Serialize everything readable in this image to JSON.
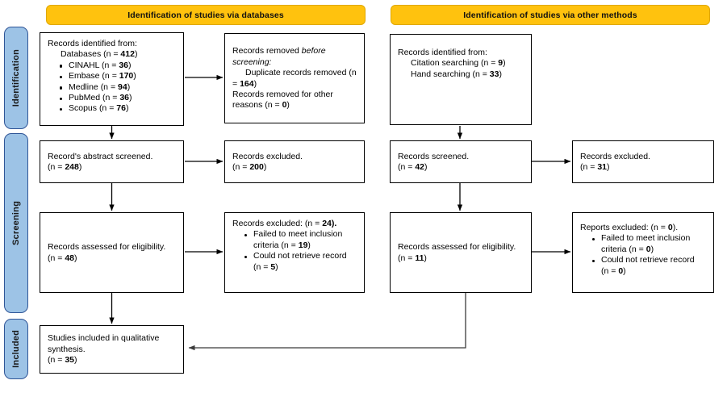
{
  "diagram": {
    "title": "PRISMA flow diagram",
    "colors": {
      "banner": "#FFC20E",
      "stage_pill": "#9DC3E6",
      "stage_pill_border": "#2F5597",
      "box_border": "#000000",
      "background": "#FFFFFF"
    }
  },
  "banners": {
    "databases": "Identification of studies via databases",
    "other_methods": "Identification of studies via other methods"
  },
  "stages": [
    {
      "id": "identification",
      "label": "Identification"
    },
    {
      "id": "screening",
      "label": "Screening"
    },
    {
      "id": "included",
      "label": "Included"
    }
  ],
  "boxes": {
    "records_identified_db": {
      "line1": "Records identified from:",
      "line2": "Databases (n = ",
      "databases_n": "412",
      "line2_close": ")",
      "sources": [
        {
          "name": "CINAHL (n = ",
          "n": "36",
          "close": ")"
        },
        {
          "name": "Embase (n = ",
          "n": "170",
          "close": ")"
        },
        {
          "name": "Medline (n = ",
          "n": "94",
          "close": ")"
        },
        {
          "name": "PubMed (n = ",
          "n": "36",
          "close": ")"
        },
        {
          "name": "Scopus (n = ",
          "n": "76",
          "close": ")"
        }
      ]
    },
    "records_removed": {
      "line1a": "Records removed ",
      "line1b_italic": "before",
      "line2_italic": "screening:",
      "item1a": "Duplicate records removed (n",
      "item1b": "= ",
      "item1_n": "164",
      "item1c": ")",
      "item2a": "Records removed for other",
      "item2b": "reasons (n = ",
      "item2_n": "0",
      "item2c": ")"
    },
    "abstract_screened": {
      "line1": "Record's abstract screened.",
      "line2a": "(n = ",
      "n": "248",
      "line2b": ")"
    },
    "records_excluded_1": {
      "line1": "Records excluded.",
      "line2a": "(n = ",
      "n": "200",
      "line2b": ")"
    },
    "assessed_eligibility_db": {
      "line1": "Records assessed for eligibility.",
      "line2a": "(n = ",
      "n": "48",
      "line2b": ")"
    },
    "records_excluded_2": {
      "header_a": "Records excluded: (n = ",
      "header_n": "24",
      "header_b": ").",
      "item1a": "Failed to meet inclusion",
      "item1b": "criteria (n = ",
      "item1_n": "19",
      "item1c": ")",
      "item2a": "Could not retrieve record",
      "item2b": "(n = ",
      "item2_n": "5",
      "item2c": ")"
    },
    "records_identified_other": {
      "line1": "Records identified from:",
      "line2": "Citation searching (n = ",
      "citation_n": "9",
      "line2_close": ")",
      "line3": "Hand searching (n = ",
      "hand_n": "33",
      "line3_close": ")"
    },
    "records_screened_other": {
      "line1": "Records screened.",
      "line2a": "(n = ",
      "n": "42",
      "line2b": ")"
    },
    "records_excluded_3": {
      "line1": "Records excluded.",
      "line2a": "(n = ",
      "n": "31",
      "line2b": ")"
    },
    "assessed_eligibility_other": {
      "line1": "Records assessed for eligibility.",
      "line2a": "(n = ",
      "n": "11",
      "line2b": ")"
    },
    "reports_excluded": {
      "header_a": "Reports excluded: (n = ",
      "header_n": "0",
      "header_b": ").",
      "item1a": "Failed to meet inclusion",
      "item1b": "criteria (n = ",
      "item1_n": "0",
      "item1c": ")",
      "item2a": "Could not retrieve record",
      "item2b": "(n = ",
      "item2_n": "0",
      "item2c": ")"
    },
    "studies_included": {
      "line1": "Studies included in qualitative",
      "line2": "synthesis.",
      "line3a": "(n = ",
      "n": "35",
      "line3b": ")"
    }
  }
}
